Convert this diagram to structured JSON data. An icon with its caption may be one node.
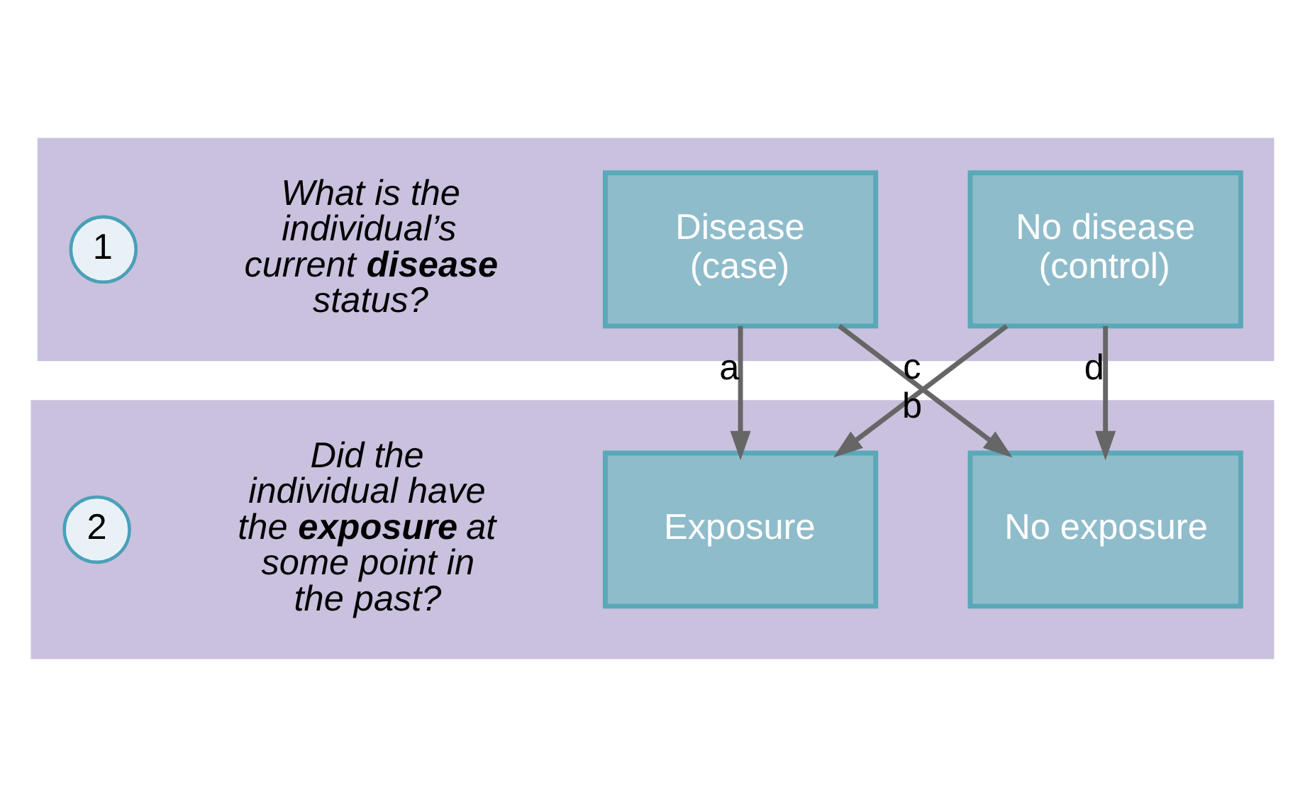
{
  "diagram": {
    "nodes": [
      {
        "text": [
          "What is the individual’s current **disease** status?"
        ]
      },
      {
        "text": [
          "1"
        ],
        "in": 0
      },
      {
        "text": [
          "Disease (case)"
        ],
        "in": 0
      },
      {
        "text": [
          "No disease (control)"
        ],
        "in": 0
      },
      {
        "text": [
          "Did the individual have the **exposure** at some point in the past?"
        ]
      },
      {
        "text": [
          "2"
        ],
        "in": 4
      },
      {
        "text": [
          "Exposure"
        ],
        "in": 4
      },
      {
        "text": [
          "No exposure"
        ],
        "in": 4
      }
    ],
    "edges": [
      {
        "from": 2,
        "to": 6,
        "arrow": "to",
        "label": "a"
      },
      {
        "from": 3,
        "to": 6,
        "arrow": "to",
        "label": "b"
      },
      {
        "from": 2,
        "to": 7,
        "arrow": "to",
        "label": "c"
      },
      {
        "from": 3,
        "to": 7,
        "arrow": "to",
        "label": "d"
      }
    ]
  }
}
